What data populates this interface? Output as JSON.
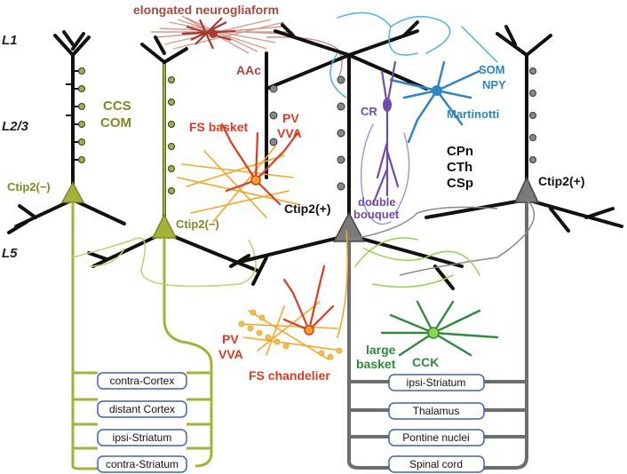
{
  "layers": [
    "L1",
    "L2/3",
    "L5"
  ],
  "pyramidal_left": {
    "class_label_1": "CCS",
    "class_label_2": "COM",
    "marker_upper": "Ctip2(−)",
    "marker_lower": "Ctip2(−)",
    "targets": [
      "contra-Cortex",
      "distant Cortex",
      "ipsi-Striatum",
      "contra-Striatum"
    ]
  },
  "pyramidal_right": {
    "class_labels": [
      "CPn",
      "CTh",
      "CSp"
    ],
    "marker_center": "Ctip2(+)",
    "marker_right": "Ctip2(+)",
    "targets": [
      "ipsi-Striatum",
      "Thalamus",
      "Pontine nuclei",
      "Spinal cord"
    ]
  },
  "interneurons": {
    "neurogliaform": "elongated neurogliaform",
    "aac": "AAc",
    "fs_basket": "FS basket",
    "fs_basket_markers": [
      "PV",
      "VVA"
    ],
    "fs_chandelier": "FS chandelier",
    "fs_chandelier_markers": [
      "PV",
      "VVA"
    ],
    "martinotti_markers": [
      "SOM",
      "NPY"
    ],
    "martinotti": "Martinotti",
    "cr": "CR",
    "double_bouquet_1": "double",
    "double_bouquet_2": "bouquet",
    "large_basket_1": "large",
    "large_basket_2": "basket",
    "cck": "CCK"
  },
  "colors": {
    "olive": "#a4b23a",
    "olive_dark": "#7c8a22",
    "gray": "#6d6d6d",
    "black": "#111111",
    "neurogliaform": "#b5574a",
    "fs": "#e03a1e",
    "fs_axon": "#f5a623",
    "martinotti": "#2c86c3",
    "martinotti_axon": "#47b6e6",
    "cr": "#6f4bb0",
    "cr_light": "#a88ed6",
    "cck": "#2e8b3a",
    "cck_light": "#8fd44e",
    "box_border": "#3a63b8"
  }
}
